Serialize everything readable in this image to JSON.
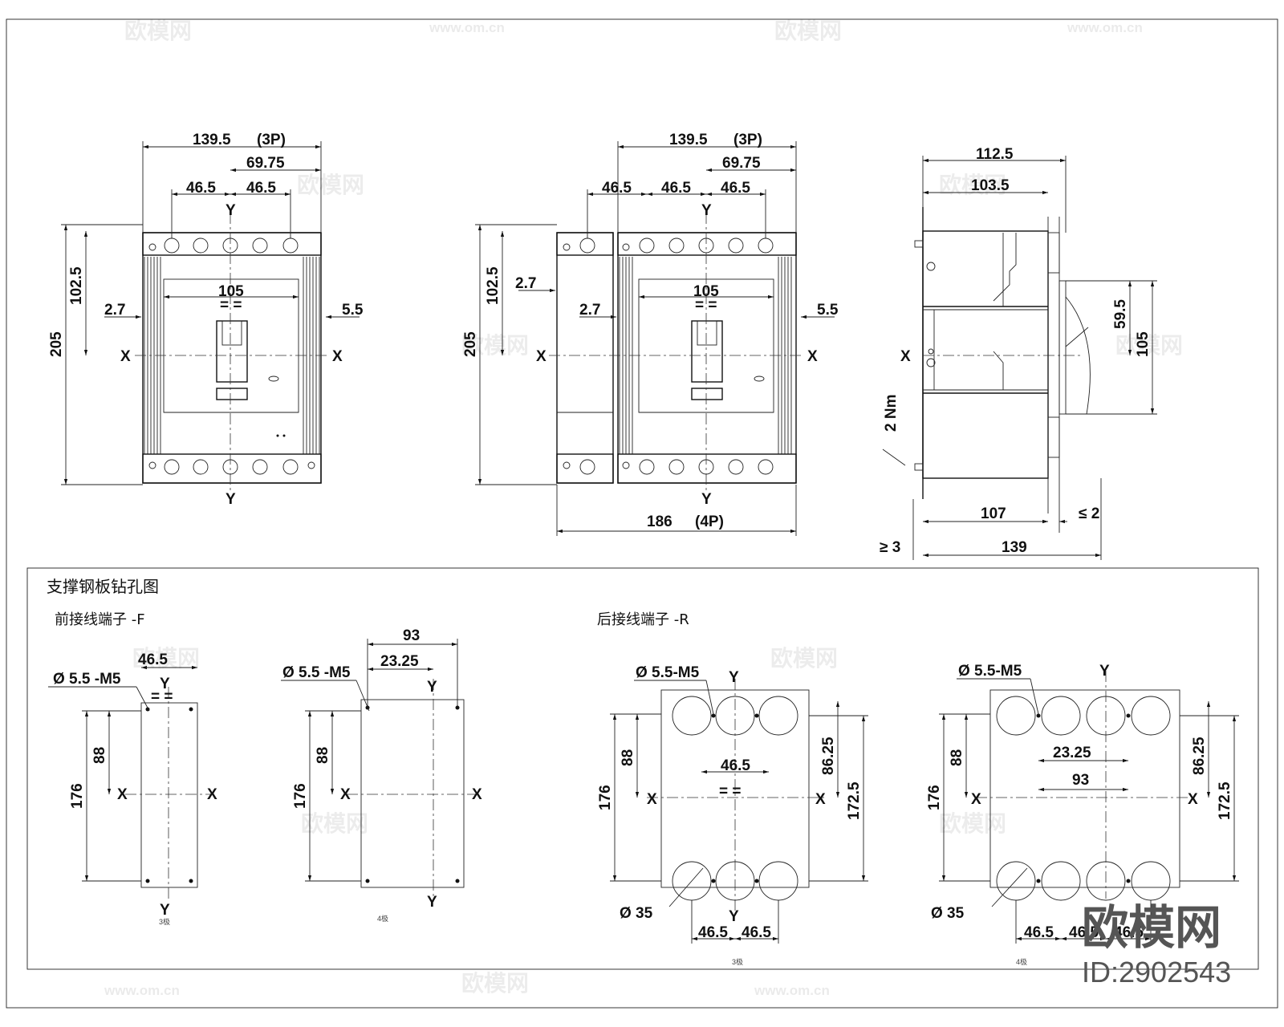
{
  "views": {
    "front_3p": {
      "total": "139.5",
      "total_tag": "(3P)",
      "half": "69.75",
      "pitch1": "46.5",
      "pitch2": "46.5",
      "axis_y": "Y",
      "axis_x": "X",
      "h_total": "205",
      "h_half": "102.5",
      "gap_l": "2.7",
      "inner": "105",
      "gap_r": "5.5",
      "eq": "= ="
    },
    "front_4p": {
      "total": "139.5",
      "total_tag": "(3P)",
      "half": "69.75",
      "pitch1": "46.5",
      "pitch2": "46.5",
      "pitch3": "46.5",
      "axis_y": "Y",
      "axis_x": "X",
      "h_total": "205",
      "h_half": "102.5",
      "gap_l1": "2.7",
      "gap_l2": "2.7",
      "inner": "105",
      "gap_r": "5.5",
      "eq": "= =",
      "bottom": "186",
      "bottom_tag": "(4P)"
    },
    "side": {
      "top1": "112.5",
      "top2": "103.5",
      "h1": "59.5",
      "h2": "105",
      "torque": "2 Nm",
      "b1": "107",
      "le2": "≤ 2",
      "ge3": "≥ 3",
      "b2": "139",
      "axis_x": "X"
    }
  },
  "drilling": {
    "title": "支撑钢板钻孔图",
    "front_label": "前接线端子 -F",
    "rear_label": "后接线端子 -R",
    "f3": {
      "hole": "Ø 5.5 -M5",
      "pitch": "46.5",
      "h1": "88",
      "h2": "176",
      "eq": "= =",
      "note": "3极",
      "y": "Y",
      "x": "X"
    },
    "f4": {
      "hole": "Ø 5.5 -M5",
      "w1": "93",
      "w2": "23.25",
      "h1": "88",
      "h2": "176",
      "note": "4极",
      "y": "Y",
      "x": "X"
    },
    "r3": {
      "hole": "Ø 5.5-M5",
      "pitch": "46.5",
      "h1": "88",
      "h2": "176",
      "v1": "86.25",
      "v2": "172.5",
      "dia": "Ø 35",
      "p1": "46.5",
      "p2": "46.5",
      "eq": "= =",
      "note": "3极",
      "y": "Y",
      "x": "X"
    },
    "r4": {
      "hole": "Ø 5.5-M5",
      "w1": "23.25",
      "w2": "93",
      "h1": "88",
      "h2": "176",
      "v1": "86.25",
      "v2": "172.5",
      "dia": "Ø 35",
      "p1": "46.5",
      "p2": "46.5",
      "p3": "46.5",
      "note": "4极",
      "y": "Y",
      "x": "X"
    }
  },
  "watermark": {
    "brand": "欧模网",
    "url": "www.om.cn",
    "id": "ID:2902543"
  }
}
